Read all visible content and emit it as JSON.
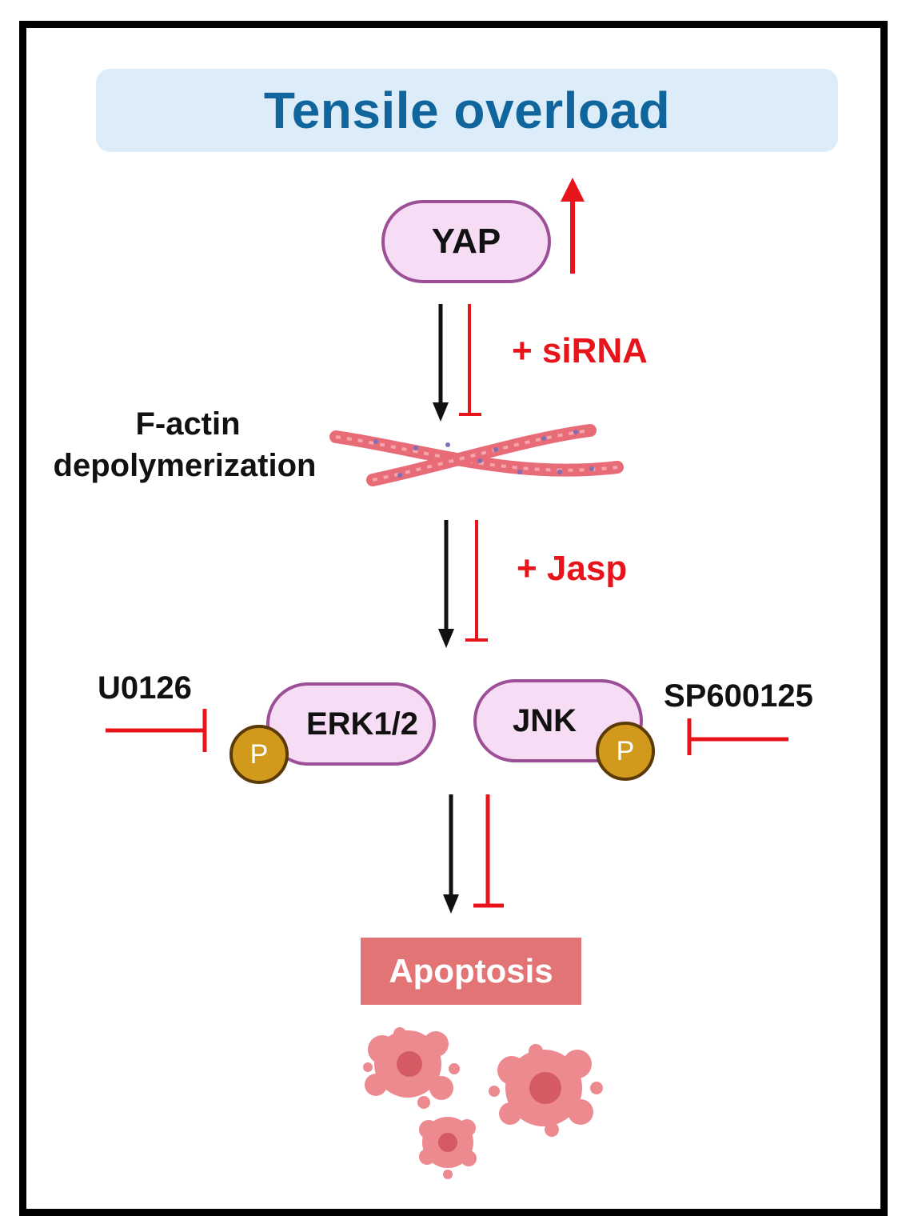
{
  "title": "Tensile overload",
  "nodes": {
    "yap": "YAP",
    "erk": "ERK1/2",
    "jnk": "JNK",
    "phospho": "P"
  },
  "labels": {
    "factin_line1": "F-actin",
    "factin_line2": "depolymerization",
    "sirna": "+ siRNA",
    "jasp": "+ Jasp",
    "u0126": "U0126",
    "sp600125": "SP600125",
    "apoptosis": "Apoptosis"
  },
  "colors": {
    "title_bg": "#dcedf9",
    "title_text": "#10659c",
    "node_fill": "#f7dcf6",
    "node_border": "#9c4f96",
    "inhibit_red": "#e8141b",
    "activate_black": "#111111",
    "phospho_fill": "#d19a1c",
    "apoptosis_fill": "#e37476"
  },
  "icons": [
    "up-arrow-icon",
    "f-actin-filament-icon",
    "apoptotic-cell-icon",
    "phospho-icon"
  ]
}
